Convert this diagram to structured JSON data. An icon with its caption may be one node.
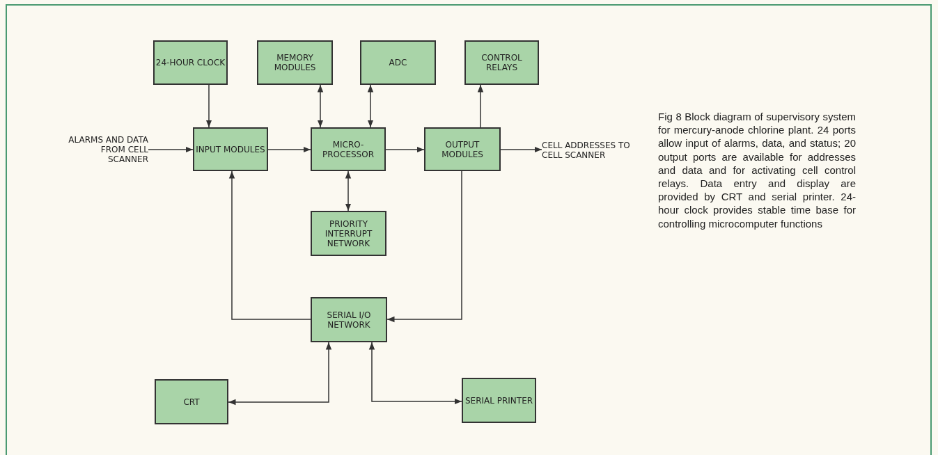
{
  "diagram": {
    "caption": "Fig 8 Block diagram of supervisory system for mercury-anode chlorine plant. 24 ports allow input of alarms, data, and status; 20 output ports are available for addresses and data and for activating cell control relays. Data entry and display are provided by CRT and serial printer. 24-hour clock provides stable time base for controlling microcomputer functions",
    "nodes": [
      {
        "text": [
          "24-HOUR CLOCK"
        ]
      },
      {
        "text": [
          "MEMORY MODULES"
        ]
      },
      {
        "text": [
          "ADC"
        ]
      },
      {
        "text": [
          "CONTROL RELAYS"
        ]
      },
      {
        "text": [
          "ALARMS AND DATA FROM CELL SCANNER"
        ]
      },
      {
        "text": [
          "INPUT MODULES"
        ]
      },
      {
        "text": [
          "MICRO- PROCESSOR"
        ]
      },
      {
        "text": [
          "OUTPUT MODULES"
        ]
      },
      {
        "text": [
          "CELL ADDRESSES TO CELL SCANNER"
        ]
      },
      {
        "text": [
          "PRIORITY INTERRUPT NETWORK"
        ]
      },
      {
        "text": [
          "SERIAL I/O NETWORK"
        ]
      },
      {
        "text": [
          "CRT"
        ]
      },
      {
        "text": [
          "SERIAL PRINTER"
        ]
      }
    ],
    "edges": [
      {
        "from": 0,
        "to": 5,
        "arrow": "to"
      },
      {
        "from": 1,
        "to": 6,
        "arrow": "both"
      },
      {
        "from": 2,
        "to": 6,
        "arrow": "both"
      },
      {
        "from": 7,
        "to": 3,
        "arrow": "to"
      },
      {
        "from": 4,
        "to": 5,
        "arrow": "to"
      },
      {
        "from": 5,
        "to": 6,
        "arrow": "to"
      },
      {
        "from": 6,
        "to": 7,
        "arrow": "to"
      },
      {
        "from": 7,
        "to": 8,
        "arrow": "to"
      },
      {
        "from": 6,
        "to": 9,
        "arrow": "both"
      },
      {
        "from": 10,
        "to": 5,
        "arrow": "to"
      },
      {
        "from": 7,
        "to": 10,
        "arrow": "to"
      },
      {
        "from": 10,
        "to": 11,
        "arrow": "both"
      },
      {
        "from": 10,
        "to": 12,
        "arrow": "both"
      }
    ]
  }
}
